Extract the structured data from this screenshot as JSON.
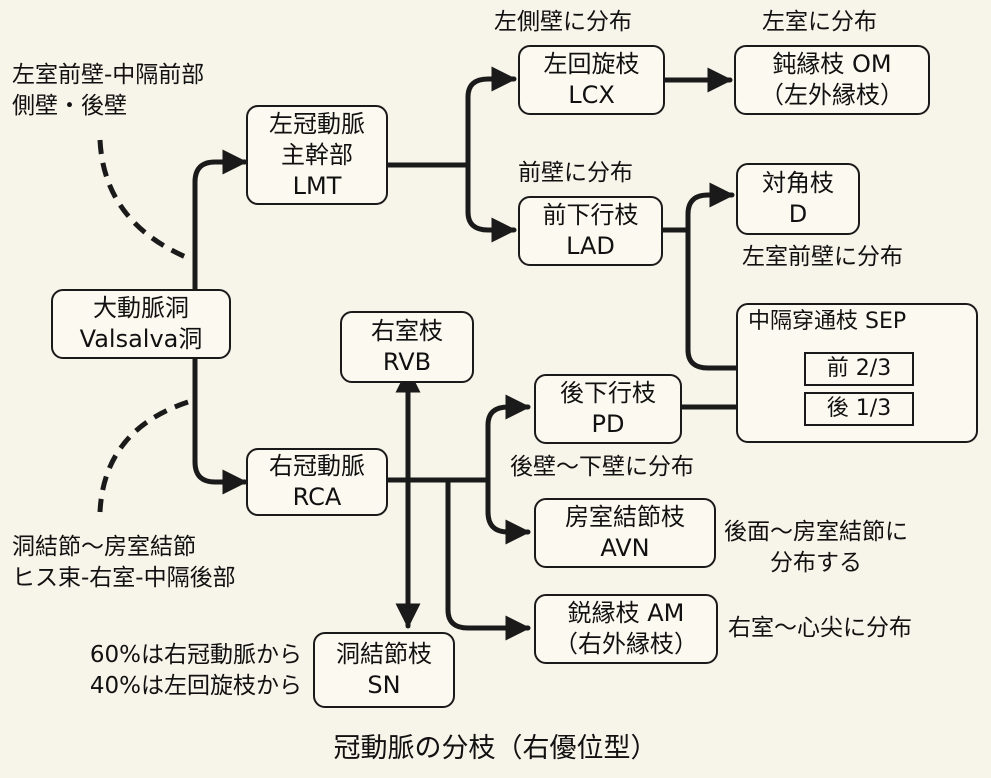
{
  "nodes": {
    "sinus": [
      "大動脈洞",
      "Valsalva洞"
    ],
    "lmt": [
      "左冠動脈",
      "主幹部",
      "LMT"
    ],
    "rca": [
      "右冠動脈",
      "RCA"
    ],
    "lcx": [
      "左回旋枝",
      "LCX"
    ],
    "lad": [
      "前下行枝",
      "LAD"
    ],
    "om": [
      "鈍縁枝 OM",
      "（左外縁枝）"
    ],
    "diag": [
      "対角枝",
      "D"
    ],
    "sep": {
      "title": "中隔穿通枝 SEP",
      "front": "前 2/3",
      "back": "後 1/3"
    },
    "rvb": [
      "右室枝",
      "RVB"
    ],
    "pd": [
      "後下行枝",
      "PD"
    ],
    "avn": [
      "房室結節枝",
      "AVN"
    ],
    "am": [
      "鋭縁枝 AM",
      "（右外縁枝）"
    ],
    "sn": [
      "洞結節枝",
      "SN"
    ]
  },
  "notes": {
    "lmt_territory": [
      "左室前壁-中隔前部",
      "側壁・後壁"
    ],
    "rca_territory": [
      "洞結節～房室結節",
      "ヒス束-右室-中隔後部"
    ],
    "lcx": "左側壁に分布",
    "om": "左室に分布",
    "lad": "前壁に分布",
    "diag": "左室前壁に分布",
    "pd": "後壁～下壁に分布",
    "avn": [
      "後面～房室結節に",
      "分布する"
    ],
    "am": "右室～心尖に分布",
    "sn": [
      "60%は右冠動脈から",
      "40%は左回旋枝から"
    ]
  },
  "caption": "冠動脈の分枝（右優位型）"
}
